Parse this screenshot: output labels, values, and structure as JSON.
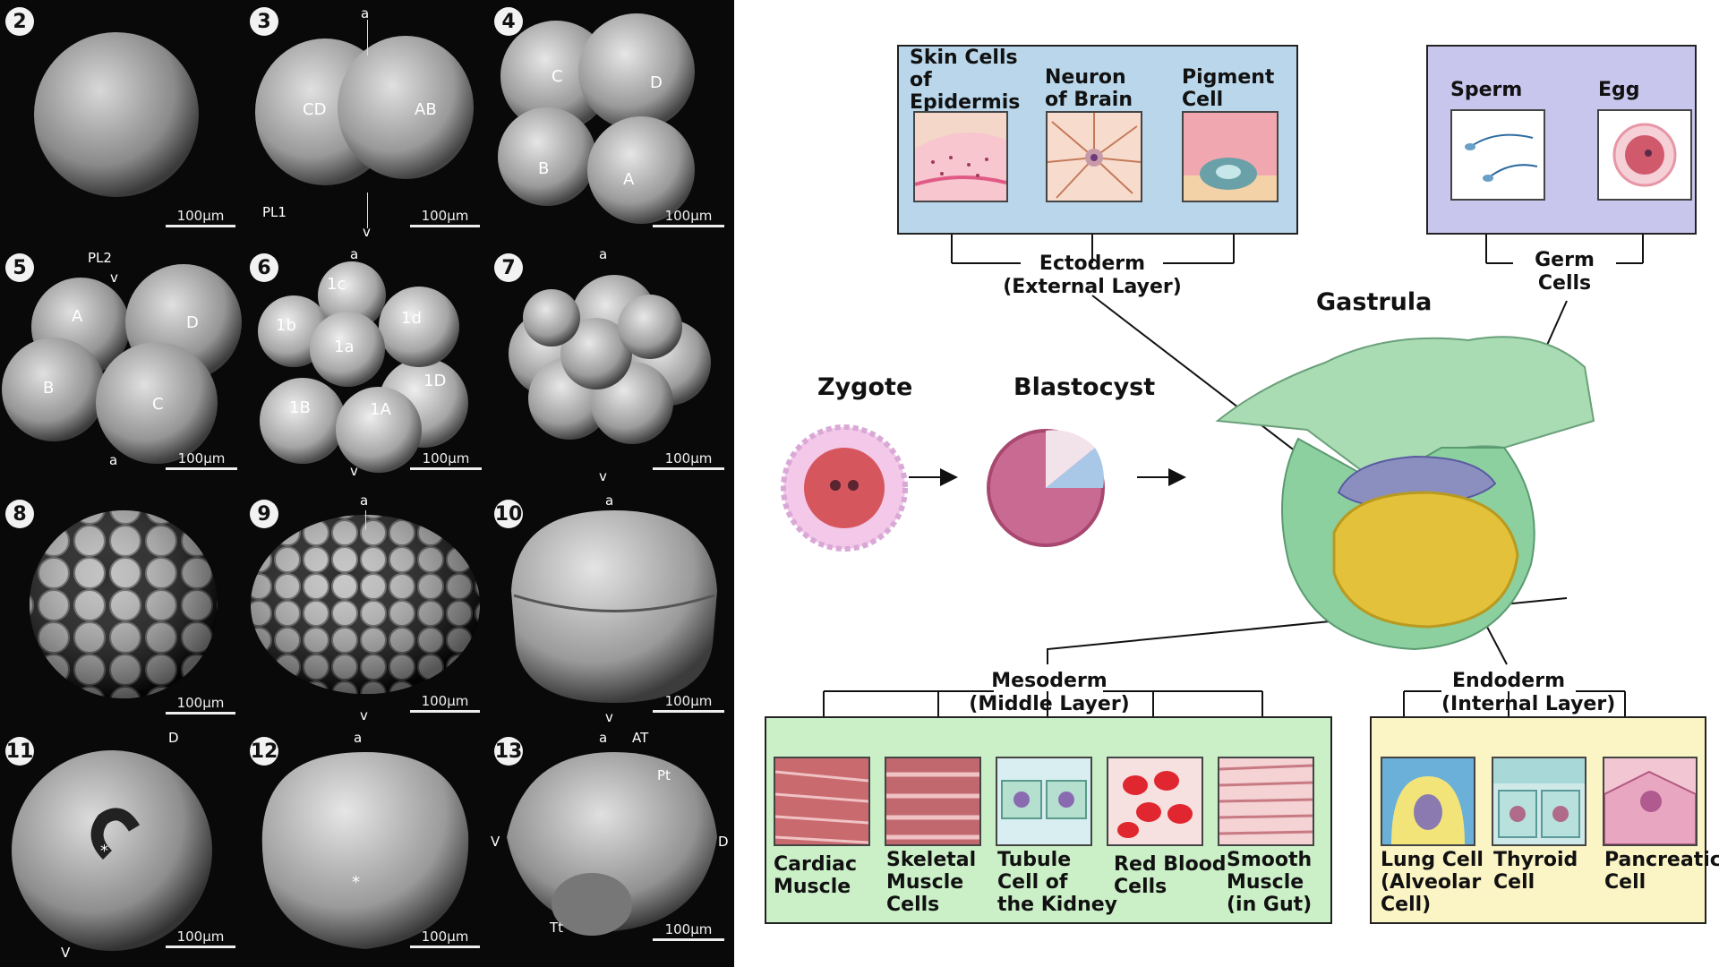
{
  "plate": {
    "panels": [
      {
        "num": "2",
        "scale": "100µm",
        "labels": []
      },
      {
        "num": "3",
        "scale": "100µm",
        "labels": [
          "CD",
          "AB",
          "PL1",
          "a",
          "v"
        ]
      },
      {
        "num": "4",
        "scale": "100µm",
        "labels": [
          "C",
          "D",
          "B",
          "A"
        ]
      },
      {
        "num": "5",
        "scale": "100µm",
        "labels": [
          "PL2",
          "v",
          "A",
          "D",
          "B",
          "C",
          "a"
        ]
      },
      {
        "num": "6",
        "scale": "100µm",
        "labels": [
          "a",
          "1c",
          "1b",
          "1d",
          "1a",
          "1D",
          "1B",
          "1A",
          "v"
        ]
      },
      {
        "num": "7",
        "scale": "100µm",
        "labels": [
          "a",
          "v"
        ]
      },
      {
        "num": "8",
        "scale": "100µm",
        "labels": []
      },
      {
        "num": "9",
        "scale": "100µm",
        "labels": [
          "a",
          "v"
        ]
      },
      {
        "num": "10",
        "scale": "100µm",
        "labels": [
          "a",
          "v"
        ]
      },
      {
        "num": "11",
        "scale": "100µm",
        "labels": [
          "D",
          "*",
          "V"
        ]
      },
      {
        "num": "12",
        "scale": "100µm",
        "labels": [
          "a",
          "*"
        ]
      },
      {
        "num": "13",
        "scale": "100µm",
        "labels": [
          "a",
          "AT",
          "Pt",
          "V",
          "D",
          "Tt"
        ]
      }
    ]
  },
  "diagram": {
    "stages": {
      "zygote": "Zygote",
      "blastocyst": "Blastocyst",
      "gastrula": "Gastrula"
    },
    "ectoderm": {
      "header_line1": "Ectoderm",
      "header_line2": "(External Layer)",
      "cells": [
        {
          "label": [
            "Skin Cells",
            "of",
            "Epidermis"
          ]
        },
        {
          "label": [
            "Neuron",
            "of Brain"
          ]
        },
        {
          "label": [
            "Pigment",
            "Cell"
          ]
        }
      ]
    },
    "germ": {
      "header_line1": "Germ",
      "header_line2": "Cells",
      "cells": [
        {
          "label": [
            "Sperm"
          ]
        },
        {
          "label": [
            "Egg"
          ]
        }
      ]
    },
    "mesoderm": {
      "header_line1": "Mesoderm",
      "header_line2": "(Middle Layer)",
      "cells": [
        {
          "label": [
            "Cardiac",
            "Muscle"
          ]
        },
        {
          "label": [
            "Skeletal",
            "Muscle",
            "Cells"
          ]
        },
        {
          "label": [
            "Tubule",
            "Cell of",
            "the Kidney"
          ]
        },
        {
          "label": [
            "Red Blood",
            "Cells"
          ]
        },
        {
          "label": [
            "Smooth",
            "Muscle",
            "(in Gut)"
          ]
        }
      ]
    },
    "endoderm": {
      "header_line1": "Endoderm",
      "header_line2": "(Internal Layer)",
      "cells": [
        {
          "label": [
            "Lung Cell",
            "(Alveolar",
            "Cell)"
          ]
        },
        {
          "label": [
            "Thyroid",
            "Cell"
          ]
        },
        {
          "label": [
            "Pancreatic",
            "Cell"
          ]
        }
      ]
    },
    "colors": {
      "ecto_box": "#b9d6ea",
      "germ_box": "#c9c6ee",
      "meso_box": "#cbf0c8",
      "endo_box": "#fbf4c4",
      "gastrula_green": "#9fd7ae",
      "yolk": "#e3c13a"
    }
  }
}
